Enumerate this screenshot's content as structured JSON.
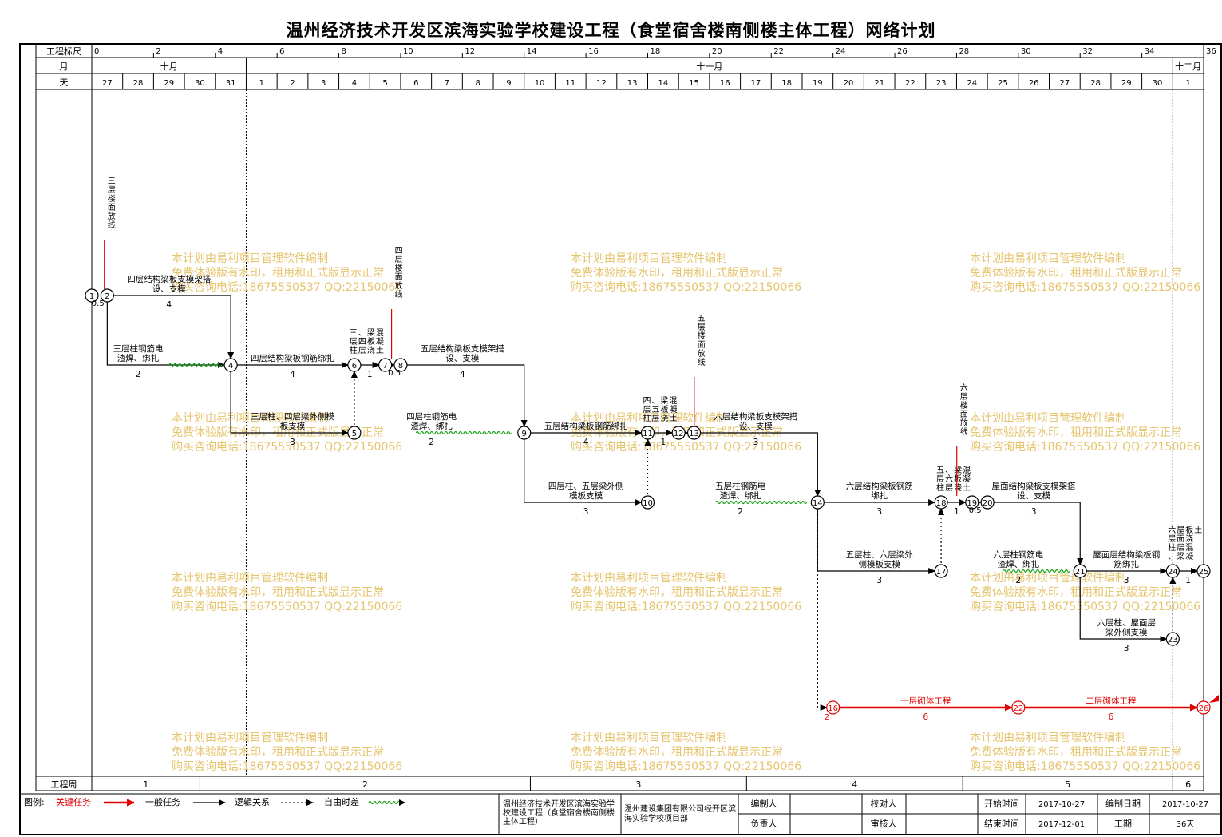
{
  "title": "温州经济技术开发区滨海实验学校建设工程（食堂宿舍楼南侧楼主体工程）网络计划",
  "header": {
    "scale_label": "工程标尺",
    "month_label": "月",
    "day_label": "天",
    "scale_ticks": [
      "0",
      "2",
      "4",
      "6",
      "8",
      "10",
      "12",
      "14",
      "16",
      "18",
      "20",
      "22",
      "24",
      "26",
      "28",
      "30",
      "32",
      "34",
      "36"
    ],
    "months": [
      {
        "label": "十月",
        "from": 0,
        "to": 5
      },
      {
        "label": "十一月",
        "from": 5,
        "to": 35
      },
      {
        "label": "十二月",
        "from": 35,
        "to": 36
      }
    ],
    "days": [
      "27",
      "28",
      "29",
      "30",
      "31",
      "1",
      "2",
      "3",
      "4",
      "5",
      "6",
      "7",
      "8",
      "9",
      "10",
      "11",
      "12",
      "13",
      "14",
      "15",
      "16",
      "17",
      "18",
      "19",
      "20",
      "21",
      "22",
      "23",
      "24",
      "25",
      "26",
      "27",
      "28",
      "29",
      "30",
      "1"
    ]
  },
  "week_row": {
    "label": "工程周",
    "weeks": [
      {
        "label": "1",
        "from": 0,
        "to": 14
      },
      {
        "label": "2",
        "from": 14,
        "to": 21
      },
      {
        "label": "3",
        "from": 21,
        "to": 28
      },
      {
        "label": "4",
        "from": 28,
        "to": 35
      },
      {
        "label": "5",
        "from": 35,
        "to": 42
      },
      {
        "label": "6",
        "from": 42,
        "to": 49
      }
    ]
  },
  "watermark": [
    "本计划由易利项目管理软件编制",
    "免费体验版有水印，租用和正式版显示正常",
    "购买咨询电话:18675550537 QQ:22150066"
  ],
  "vertical_labels": [
    {
      "text": "三层楼面放线",
      "day": 0.2
    },
    {
      "text": "四层楼面放线",
      "day": 9.5
    },
    {
      "text": "五层楼面放线",
      "day": 19.3
    },
    {
      "text": "六层楼面放线",
      "day": 27.8
    }
  ],
  "nodes": [
    {
      "id": "1",
      "day": 0,
      "lane": 0
    },
    {
      "id": "2",
      "day": 0.5,
      "lane": 0
    },
    {
      "id": "4",
      "day": 4.5,
      "lane": 1
    },
    {
      "id": "6",
      "day": 8.5,
      "lane": 1
    },
    {
      "id": "7",
      "day": 9.5,
      "lane": 1
    },
    {
      "id": "8",
      "day": 10,
      "lane": 1
    },
    {
      "id": "5",
      "day": 8.5,
      "lane": 2
    },
    {
      "id": "9",
      "day": 14,
      "lane": 2
    },
    {
      "id": "11",
      "day": 18,
      "lane": 2
    },
    {
      "id": "12",
      "day": 19,
      "lane": 2
    },
    {
      "id": "13",
      "day": 19.5,
      "lane": 2
    },
    {
      "id": "10",
      "day": 18,
      "lane": 3
    },
    {
      "id": "14",
      "day": 23.5,
      "lane": 3
    },
    {
      "id": "18",
      "day": 27.5,
      "lane": 3
    },
    {
      "id": "19",
      "day": 28.5,
      "lane": 3
    },
    {
      "id": "20",
      "day": 29,
      "lane": 3
    },
    {
      "id": "17",
      "day": 27.5,
      "lane": 4
    },
    {
      "id": "21",
      "day": 32,
      "lane": 4
    },
    {
      "id": "24",
      "day": 35,
      "lane": 4
    },
    {
      "id": "25",
      "day": 36,
      "lane": 4
    },
    {
      "id": "23",
      "day": 35,
      "lane": 5
    },
    {
      "id": "16",
      "day": 24,
      "lane": 6
    },
    {
      "id": "22",
      "day": 30,
      "lane": 6
    },
    {
      "id": "26",
      "day": 36,
      "lane": 6
    }
  ],
  "tasks": [
    {
      "name": "四层结构梁板支模架搭设、支模",
      "duration": "4"
    },
    {
      "name": "三层柱钢筋电渣焊、绑扎",
      "duration": "2"
    },
    {
      "name": "四层结构梁板钢筋绑扎",
      "duration": "4"
    },
    {
      "name": "三层柱、四层梁外侧模板支模",
      "duration": "3"
    },
    {
      "name": "三层柱、四层梁板浇混凝土",
      "duration": "1"
    },
    {
      "name": "五层结构梁板支模架搭设、支模",
      "duration": "4"
    },
    {
      "name": "四层柱钢筋电渣焊、绑扎",
      "duration": "2"
    },
    {
      "name": "五层结构梁板钢筋绑扎",
      "duration": "4"
    },
    {
      "name": "四层柱、五层梁外侧模板支模",
      "duration": "3"
    },
    {
      "name": "四层柱、五层梁板浇混凝土",
      "duration": "1"
    },
    {
      "name": "六层结构梁板支模架搭设、支模",
      "duration": "3"
    },
    {
      "name": "五层柱钢筋电渣焊、绑扎",
      "duration": "2"
    },
    {
      "name": "六层结构梁板钢筋绑扎",
      "duration": "3"
    },
    {
      "name": "五层柱、六层梁外侧模板支模",
      "duration": "3"
    },
    {
      "name": "五层柱、六层梁板浇混凝土",
      "duration": "1"
    },
    {
      "name": "屋面结构梁板支模架搭设、支模",
      "duration": "3"
    },
    {
      "name": "六层柱钢筋电渣焊、绑扎",
      "duration": "2"
    },
    {
      "name": "屋面层结构梁板钢筋绑扎",
      "duration": "3"
    },
    {
      "name": "六层柱、屋面层梁外侧支模",
      "duration": "3"
    },
    {
      "name": "六层柱、屋面层梁板浇混凝土",
      "duration": "1"
    },
    {
      "name": "一层砌体工程",
      "duration": "6",
      "critical": true
    },
    {
      "name": "二层砌体工程",
      "duration": "6",
      "critical": true
    }
  ],
  "small_labels": [
    "0.5",
    "0.5",
    "0.5",
    "2"
  ],
  "legend": {
    "label": "图例:",
    "critical": "关键任务",
    "normal": "一般任务",
    "logic": "逻辑关系",
    "float": "自由时差"
  },
  "footer": {
    "project": "温州经济技术开发区滨海实验学校建设工程（食堂宿舍楼南侧楼主体工程）",
    "company": "温州建设集团有限公司经开区滨海实验学校项目部",
    "compiler_label": "编制人",
    "checker_label": "校对人",
    "leader_label": "负责人",
    "reviewer_label": "审核人",
    "start_label": "开始时间",
    "start_value": "2017-10-27",
    "end_label": "结束时间",
    "end_value": "2017-12-01",
    "made_label": "编制日期",
    "made_value": "2017-10-27",
    "period_label": "工期",
    "period_value": "36天"
  },
  "colors": {
    "critical": "#e00000",
    "float": "#1aa51a",
    "watermark": "#e6c46e",
    "line": "#000000"
  }
}
